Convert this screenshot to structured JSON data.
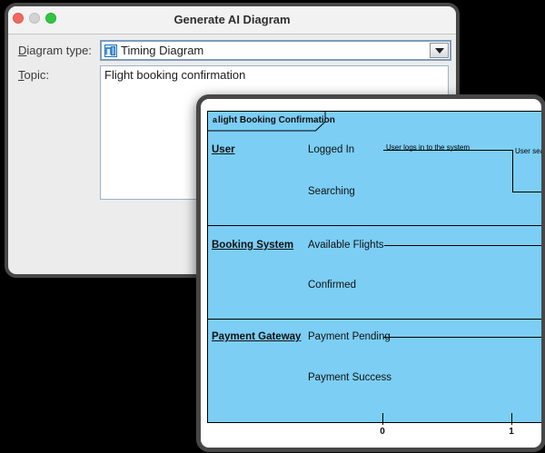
{
  "dialog": {
    "title": "Generate AI Diagram",
    "diagram_type_field": {
      "mnemonic": "D",
      "label_rest": "iagram type:",
      "value": "Timing Diagram"
    },
    "topic_field": {
      "mnemonic": "T",
      "label_rest": "opic:",
      "value": "Flight booking confirmation"
    }
  },
  "preview": {
    "frame_tab": {
      "icon_text": "a",
      "label": "light Booking Confirmation"
    },
    "lifelines": [
      {
        "name": "User",
        "states": [
          "Logged In",
          "Searching"
        ]
      },
      {
        "name": "Booking System",
        "states": [
          "Available Flights",
          "Confirmed"
        ]
      },
      {
        "name": "Payment Gateway",
        "states": [
          "Payment Pending",
          "Payment Success"
        ]
      }
    ],
    "annotations": {
      "login": "User logs in to the system",
      "search_clipped": "User sea"
    },
    "time_axis": {
      "tick_0": "0",
      "tick_1": "1"
    }
  },
  "colors": {
    "diagram_fill": "#7CCEF4",
    "window_border": "#474747",
    "accent_blue": "#1B75BB",
    "traffic_red": "#EE6A5F",
    "traffic_gray": "#D3D3D3",
    "traffic_green": "#2FC641"
  }
}
